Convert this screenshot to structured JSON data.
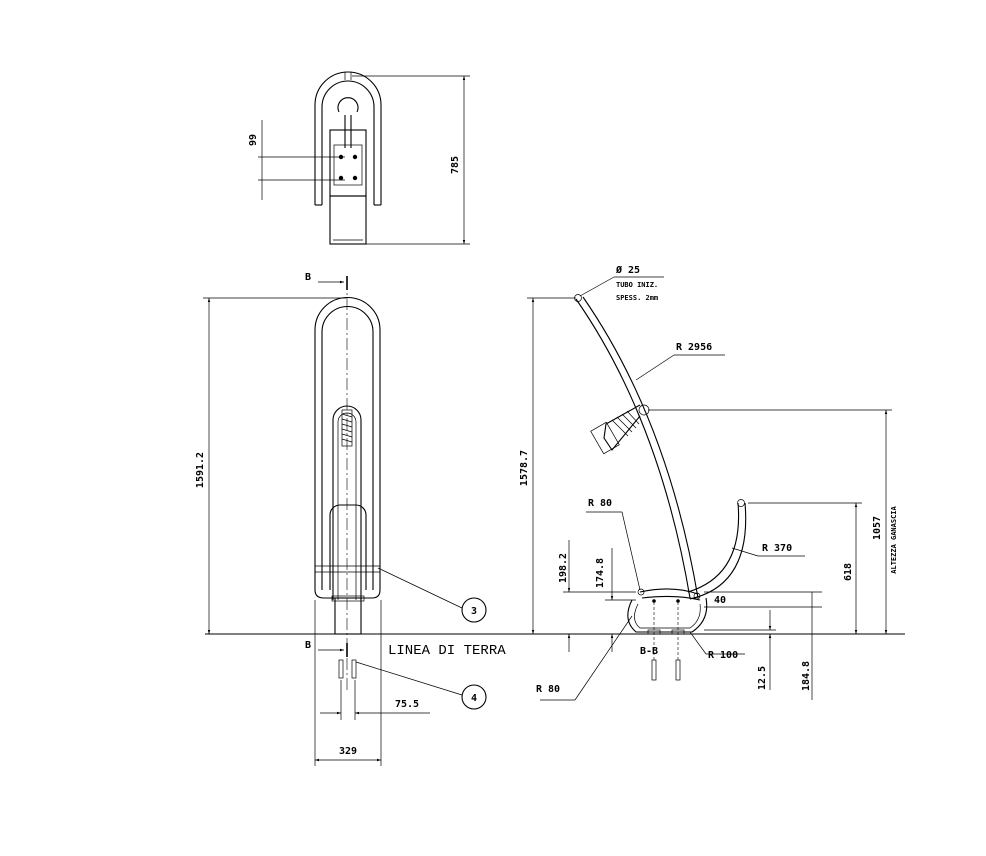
{
  "top_view": {
    "dim_99": "99",
    "dim_785": "785"
  },
  "front_view": {
    "section_mark_top": "B",
    "section_mark_bottom": "B",
    "dim_height": "1591.2",
    "dim_75_5": "75.5",
    "dim_329": "329",
    "callout_3": "3",
    "callout_4": "4"
  },
  "ground_label": "LINEA DI TERRA",
  "side_view": {
    "dim_tube_diameter": "Ø 25",
    "note_tube_line1": "TUBO INIZ.",
    "note_tube_line2": "SPESS. 2mm",
    "dim_r2956": "R 2956",
    "dim_height": "1578.7",
    "dim_r80_top": "R 80",
    "dim_r370": "R 370",
    "dim_198_2": "198.2",
    "dim_174_8": "174.8",
    "dim_40": "40",
    "dim_618": "618",
    "dim_1057": "1057",
    "label_altezza": "ALTEZZA GANASCIA",
    "section_label": "B-B",
    "dim_r100": "R 100",
    "dim_r80_bottom": "R 80",
    "dim_12_5": "12.5",
    "dim_184_8": "184.8"
  }
}
